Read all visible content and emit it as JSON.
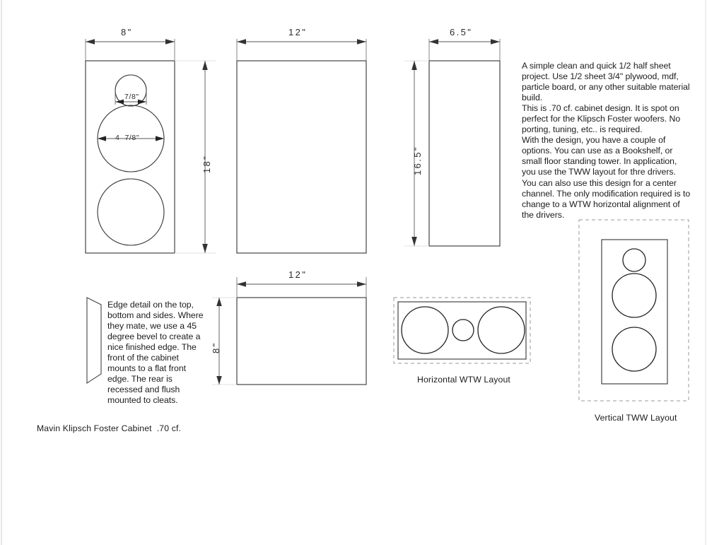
{
  "document": {
    "type": "speaker-cabinet-shop-drawing",
    "sheet_title": "Mavin Klipsch Foster Cabinet  .70 cf."
  },
  "dimensions": {
    "front_width": "8\"",
    "front_height": "18\"",
    "side_width": "12\"",
    "side_height": "18\"",
    "top_width": "6.5\"",
    "top_height": "16.5\"",
    "bottom_width": "12\"",
    "bottom_height": "8\"",
    "tweeter_cutout": "7/8\"",
    "woofer_cutout": "4  7/8\""
  },
  "notes": {
    "description": "A simple clean and quick 1/2 half sheet project. Use 1/2 sheet 3/4\" plywood, mdf, particle board, or any other suitable material build.\nThis is .70 cf. cabinet design. It is spot on perfect for the Klipsch Foster woofers. No porting, tuning, etc.. is required.\nWith the design, you have a couple of options. You can use as a Bookshelf, or small floor standing tower. In application, you use the TWW layout for thre drivers. You can also use this design for a center channel. The only modification required is to change to a WTW horizontal alignment of the drivers.",
    "edge_detail": "Edge detail on the top, bottom and sides. Where they mate, we use a 45 degree bevel to create a nice finished edge. The front of the cabinet mounts to a flat front edge. The rear is recessed and flush mounted to cleats."
  },
  "layouts": {
    "horizontal_caption": "Horizontal WTW Layout",
    "vertical_caption": "Vertical TWW Layout"
  },
  "colors": {
    "paper": "#ffffff",
    "ink": "#1c1c1c",
    "line": "#333333",
    "dimension_line": "#555555",
    "dashed_guide": "#999999"
  }
}
